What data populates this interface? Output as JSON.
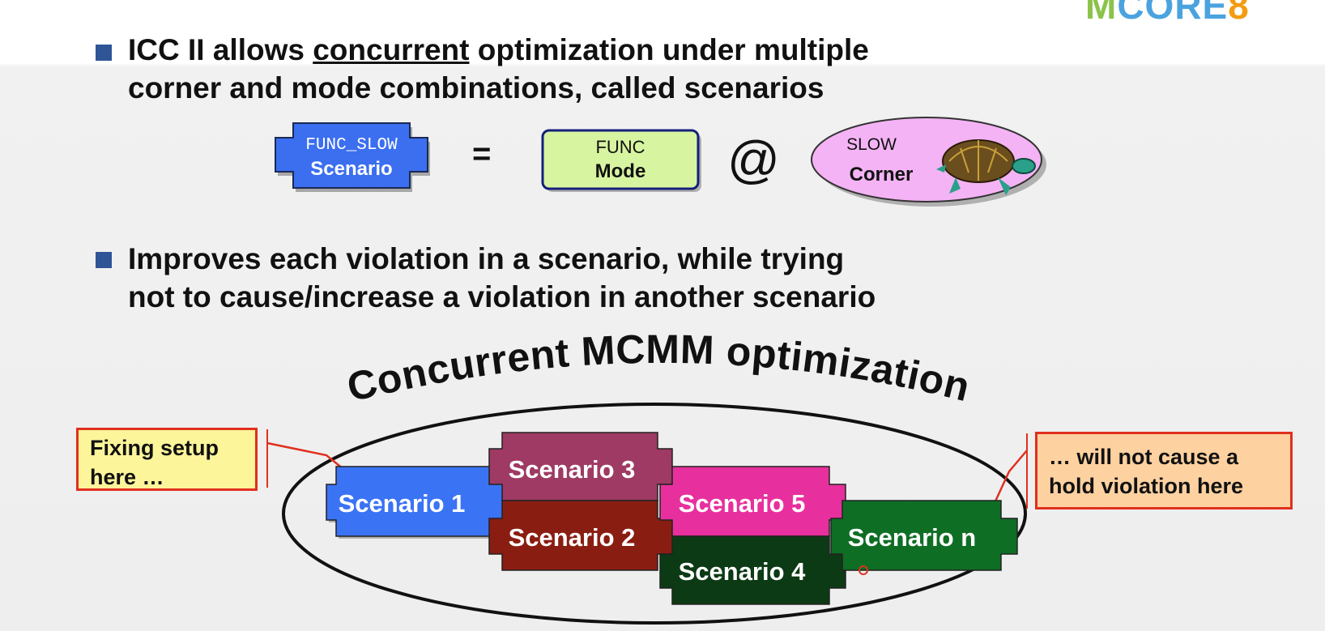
{
  "logo": {
    "part1": "M",
    "part2": "CORE",
    "part3": "8"
  },
  "bullets": [
    {
      "pre": "ICC II allows ",
      "underlined": "concurrent",
      "post": " optimization under multiple",
      "line2": "corner and mode combinations, called scenarios"
    },
    {
      "line1": "Improves each violation in a scenario, while trying",
      "line2": "not to cause/increase a violation in another scenario"
    }
  ],
  "equation": {
    "scenario": {
      "top": "FUNC_SLOW",
      "bottom": "Scenario",
      "color": "#3b6ff0"
    },
    "equals": "=",
    "mode": {
      "top": "FUNC",
      "bottom": "Mode",
      "color": "#d7f5a0"
    },
    "at": "@",
    "corner": {
      "top": "SLOW",
      "bottom": "Corner",
      "color": "#f4b3f4",
      "icon": "turtle-icon"
    }
  },
  "diagram": {
    "title": "Concurrent MCMM optimization",
    "scenarios": [
      {
        "label": "Scenario 1",
        "color": "#3b73f5"
      },
      {
        "label": "Scenario 3",
        "color": "#9e3a63"
      },
      {
        "label": "Scenario 2",
        "color": "#8a1d12"
      },
      {
        "label": "Scenario 5",
        "color": "#e7309d"
      },
      {
        "label": "Scenario 4",
        "color": "#0c3a14"
      },
      {
        "label": "Scenario n",
        "color": "#0e6e24"
      }
    ],
    "callout_left": {
      "line1": "Fixing setup",
      "line2": "here …",
      "bg": "#fdf59a",
      "border": "#e0301e"
    },
    "callout_right": {
      "line1": "… will not cause a",
      "line2": "hold violation here",
      "bg": "#fdd1a0",
      "border": "#e0301e"
    }
  }
}
